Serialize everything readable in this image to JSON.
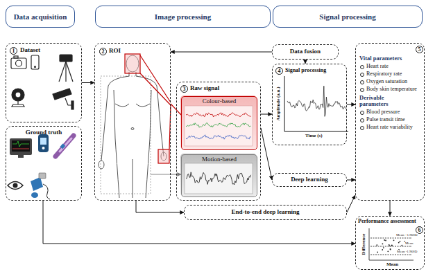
{
  "diagram": {
    "nodes": [
      {
        "text": [
          "Data acquisition"
        ]
      },
      {
        "text": [
          "Image processing"
        ]
      },
      {
        "text": [
          "Signal processing"
        ]
      },
      {
        "text": [
          "1",
          "Dataset"
        ]
      },
      {
        "text": [
          "Ground truth"
        ]
      },
      {
        "text": [
          "2",
          "ROI"
        ]
      },
      {
        "text": [
          "3",
          "Raw signal"
        ]
      },
      {
        "text": [
          "Colour-based"
        ],
        "in": 6
      },
      {
        "text": [
          "Motion-based"
        ],
        "in": 6
      },
      {
        "text": [
          "Data fusion"
        ]
      },
      {
        "text": [
          "4",
          "Signal processing"
        ]
      },
      {
        "text": [
          "Deep learning"
        ]
      },
      {
        "text": [
          "End-to-end deep learning"
        ]
      },
      {
        "text": [
          "5",
          "Vital parameters",
          "Heart rate",
          "Respiratory rate",
          "Oxygen saturation",
          "Body skin temperature",
          "Derivable parameters",
          "Blood pressure",
          "Pulse transit time",
          "Heart rate variability"
        ]
      },
      {
        "text": [
          "Performance assessment",
          "6"
        ]
      }
    ],
    "edges": [
      {
        "from": 3,
        "to": 5,
        "arrow": "to"
      },
      {
        "from": 5,
        "to": 7,
        "arrow": "none"
      },
      {
        "from": 5,
        "to": 8,
        "arrow": "to"
      },
      {
        "from": 6,
        "to": 10,
        "arrow": "to"
      },
      {
        "from": 6,
        "to": 11,
        "arrow": "to"
      },
      {
        "from": 9,
        "to": 5,
        "arrow": "to"
      },
      {
        "from": 9,
        "to": 10,
        "arrow": "to"
      },
      {
        "from": 10,
        "to": 13,
        "arrow": "to"
      },
      {
        "from": 11,
        "to": 13,
        "arrow": "to"
      },
      {
        "from": 5,
        "to": 12,
        "arrow": "to"
      },
      {
        "from": 12,
        "to": 13,
        "arrow": "to"
      },
      {
        "from": 13,
        "to": 14,
        "arrow": "to"
      },
      {
        "from": 4,
        "to": 14,
        "arrow": "to"
      }
    ],
    "labels": [
      "Amplitude (a.u.)",
      "Time (s)",
      "Difference",
      "Mean +1.96SD",
      "Mean",
      "Mean -1.96SD",
      "Mean"
    ]
  }
}
